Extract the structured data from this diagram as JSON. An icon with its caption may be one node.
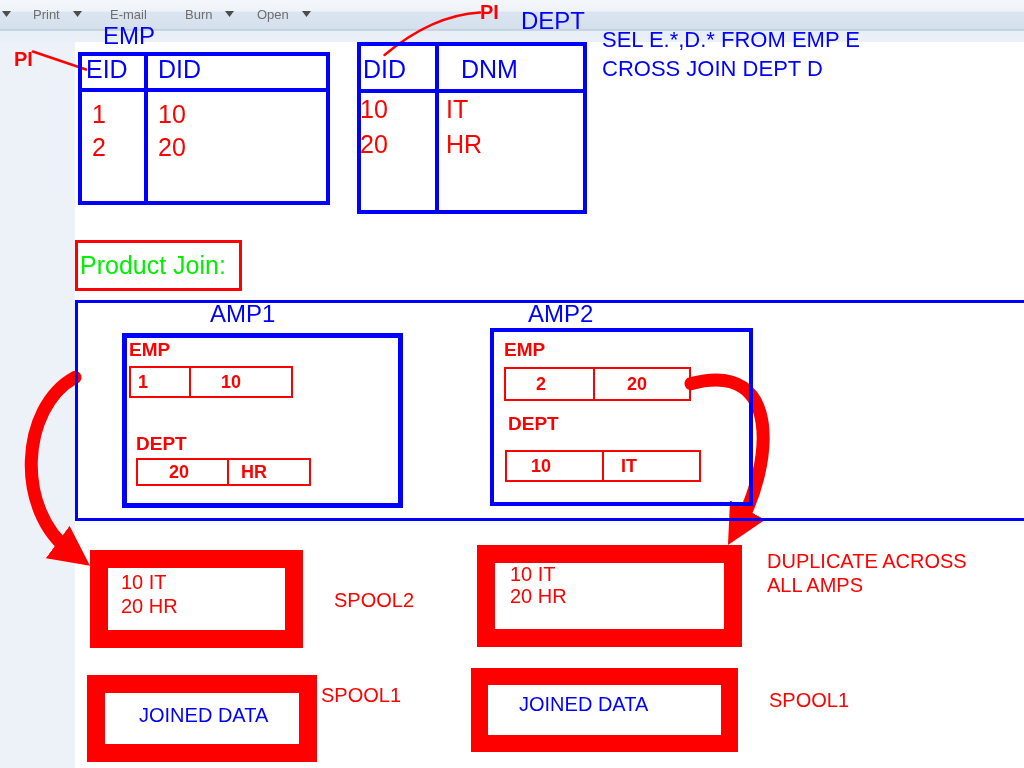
{
  "diagram": {
    "nodes": [
      {
        "text": [
          "EMP"
        ]
      },
      {
        "text": [
          "EID"
        ],
        "in": 0
      },
      {
        "text": [
          "DID"
        ],
        "in": 0
      },
      {
        "text": [
          "1",
          "2"
        ],
        "in": 0
      },
      {
        "text": [
          "10",
          "20"
        ],
        "in": 0
      },
      {
        "text": [
          "PI"
        ]
      },
      {
        "text": [
          "DEPT"
        ]
      },
      {
        "text": [
          "DID"
        ],
        "in": 6
      },
      {
        "text": [
          "DNM"
        ],
        "in": 6
      },
      {
        "text": [
          "10",
          "20"
        ],
        "in": 6
      },
      {
        "text": [
          "IT",
          "HR"
        ],
        "in": 6
      },
      {
        "text": [
          "PI"
        ]
      },
      {
        "text": [
          "Product Join:"
        ]
      },
      {
        "text": [],
        "shape": "box"
      },
      {
        "text": [
          "AMP1"
        ],
        "in": 13
      },
      {
        "text": [
          "EMP",
          "1",
          "10"
        ],
        "in": 14
      },
      {
        "text": [
          "DEPT",
          "20",
          "HR"
        ],
        "in": 14
      },
      {
        "text": [
          "AMP2"
        ],
        "in": 13
      },
      {
        "text": [
          "EMP",
          "2",
          "20"
        ],
        "in": 17
      },
      {
        "text": [
          "DEPT",
          "10",
          "IT"
        ],
        "in": 17
      },
      {
        "text": [
          "10 IT",
          "20 HR"
        ],
        "beside": [
          "SPOOL2"
        ]
      },
      {
        "text": [
          "10 IT",
          "20 HR"
        ]
      },
      {
        "text": [
          "JOINED DATA"
        ],
        "beside": [
          "SPOOL1"
        ]
      },
      {
        "text": [
          "JOINED DATA"
        ],
        "beside": [
          "SPOOL1"
        ]
      }
    ],
    "edges": [
      {
        "from": 5,
        "to": 1,
        "arrow": "none"
      },
      {
        "from": 11,
        "to": 7,
        "arrow": "none"
      },
      {
        "from": 13,
        "to": 20,
        "arrow": "to",
        "style": "thick"
      },
      {
        "from": 18,
        "to": 21,
        "arrow": "to",
        "style": "thick"
      }
    ],
    "labels": [
      "Print",
      "E-mail",
      "Burn",
      "Open",
      "SEL E.*,D.* FROM EMP E CROSS JOIN DEPT D",
      "DUPLICATE ACROSS ALL AMPS"
    ]
  }
}
